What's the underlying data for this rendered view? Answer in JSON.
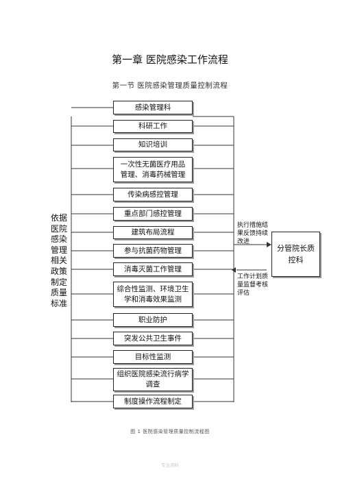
{
  "chapter_title": "第一章  医院感染工作流程",
  "section_title": "第一节  医院感染管理质量控制流程",
  "left_label": "依据医院感染管理相关政策制定质量标准",
  "boxes": [
    "感染管理科",
    "科研工作",
    "知识培训",
    "一次性无菌医疗用品管理、消毒药械管理",
    "传染病感控管理",
    "重点部门感控管理",
    "建筑布局流程",
    "参与抗菌药物管理",
    "消毒灭菌工作管理",
    "综合性监测、环境卫生学和消毒效果监测",
    "职业防护",
    "突发公共卫生事件",
    "目标性监测",
    "组织医院感染流行病学调查",
    "制度操作流程制定"
  ],
  "right_box": "分管院长质控科",
  "label_top": "执行措施结果反馈持续改进",
  "label_bottom": "工作计划质量监督考核评估",
  "caption": "图 1  医院感染管理质量控制流程图",
  "watermark": "专业资料"
}
